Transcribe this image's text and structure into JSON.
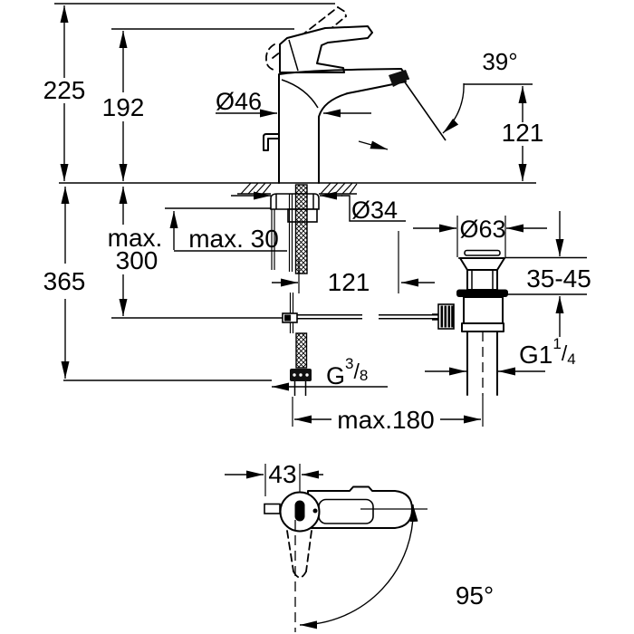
{
  "colors": {
    "line": "#000000",
    "background": "#ffffff"
  },
  "labels": {
    "total_height": "225",
    "spout_top_height": "192",
    "body_diameter": "Ø46",
    "stream_angle": "39°",
    "spout_height_right": "121",
    "shank_diameter": "Ø34",
    "max_hose_line1": "max.",
    "max_hose_line2": "300",
    "deck_thickness": "max. 30",
    "hose_length": "365",
    "rod_offset": "121",
    "waste_flange_diameter": "Ø63",
    "waste_deck_range": "35-45",
    "supply_thread_main": "G",
    "supply_thread_sup": "3",
    "supply_thread_slash": "/",
    "supply_thread_sub": "8",
    "waste_thread_main": "G1",
    "waste_thread_sup": "1",
    "waste_thread_slash": "/",
    "waste_thread_sub": "4",
    "max_reach": "max.180",
    "handle_width": "43",
    "swivel_angle": "95°"
  }
}
